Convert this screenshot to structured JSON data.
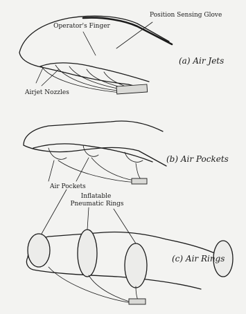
{
  "panels": [
    {
      "caption": "(a) Air Jets",
      "labels": {
        "finger": "Operator's Finger",
        "glove": "Position Sensing Glove",
        "nozzles": "Airjet Nozzles"
      }
    },
    {
      "caption": "(b) Air Pockets",
      "labels": {
        "pockets": "Air Pockets"
      }
    },
    {
      "caption": "(c) Air Rings",
      "labels": {
        "rings": "Inflatable Pneumatic Rings"
      }
    }
  ]
}
